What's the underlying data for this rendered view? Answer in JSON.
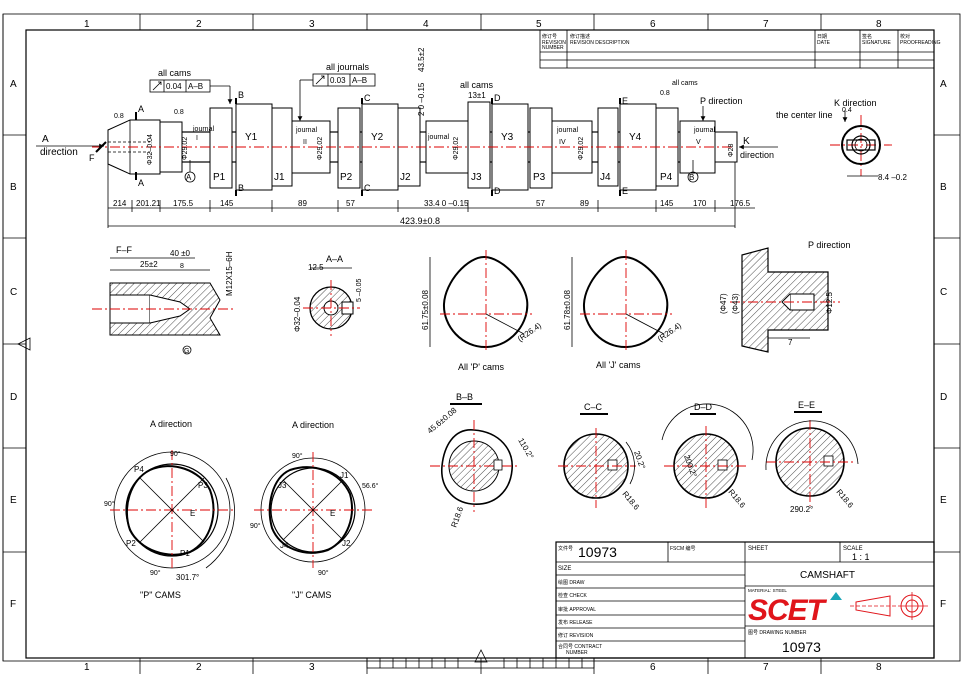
{
  "border": {
    "columns": [
      "1",
      "2",
      "3",
      "4",
      "5",
      "6",
      "7",
      "8"
    ],
    "rows": [
      "A",
      "B",
      "C",
      "D",
      "E",
      "F"
    ]
  },
  "revision_table": {
    "headers": [
      "修订号\nREVISION\nNUMBER",
      "修订描述\nREVISION DESCRIPTION",
      "日期\nDATE",
      "签名\nSIGNATURE",
      "校对\nPROOFREADING"
    ]
  },
  "main_view": {
    "labels": {
      "all_cams_top": "all cams",
      "tol_cams": "0.04",
      "ref_cams": "A–B",
      "all_journals": "all journals",
      "tol_journals": "0.03",
      "ref_journals": "A–B",
      "all_cams_2": "all cams",
      "all_cams_3": "all cams",
      "a_direction": "A",
      "a_direction2": "direction",
      "p_direction": "P direction",
      "k_direction": "K",
      "k_direction2": "direction",
      "f": "F",
      "journal": "journal",
      "journal_i": "I",
      "journal_ii": "II",
      "journal_iii": "III",
      "journal_iv": "IV",
      "journal_v": "V",
      "ra08": "0.8",
      "dim_13": "13±1",
      "dim_2": "2 0 –0.15",
      "dim_43": "43.5±2",
      "diam_32": "Φ32–0.04",
      "diam_29a": "Φ29.02",
      "diam_28": "Φ28",
      "p1": "P1",
      "p2": "P2",
      "p3": "P3",
      "p4": "P4",
      "j1": "J1",
      "j2": "J2",
      "j3": "J3",
      "j4": "J4",
      "y1": "Y1",
      "y2": "Y2",
      "y3": "Y3",
      "y4": "Y4",
      "sec_a": "A",
      "sec_b": "B",
      "sec_c": "C",
      "sec_d": "D",
      "sec_e": "E",
      "datum_a": "A",
      "datum_b": "B"
    },
    "dims_bottom": [
      "214",
      "201.21",
      "175.5",
      "145",
      "89",
      "57",
      "57",
      "89",
      "145",
      "170",
      "176.5"
    ],
    "dim_334": "33.4 0 –0.15",
    "dim_total": "423.9±0.8"
  },
  "k_view": {
    "title": "K direction",
    "center_line": "the center line",
    "dim_04": "0.4",
    "dim_84": "8.4 –0.2"
  },
  "ff_section": {
    "title": "F–F",
    "dim_40": "40 ±0",
    "dim_25": "25±2",
    "dim_8": "8",
    "thread": "M12X15–6H",
    "datum": "G"
  },
  "aa_section": {
    "title": "A–A",
    "dim_125": "12.5",
    "dim_32": "Φ32–0.04",
    "dim_5": "5 –0.05"
  },
  "p_cams": {
    "dim_h": "61.75±0.08",
    "radius": "(R26.4)",
    "caption": "All 'P' cams"
  },
  "j_cams": {
    "dim_h": "61.78±0.08",
    "radius": "(R26.4)",
    "caption": "All 'J' cams"
  },
  "p_direction_view": {
    "title": "P direction",
    "dim_47": "(Φ47)",
    "dim_43": "(Φ43)",
    "dim_125": "Φ12.5",
    "dim_7": "7"
  },
  "a_dir_p": {
    "title": "A direction",
    "angles": [
      "90°",
      "90°",
      "90°",
      "301.7°"
    ],
    "labels": [
      "P4",
      "P3",
      "P2",
      "P1",
      "E"
    ],
    "caption": "\"P\" CAMS"
  },
  "a_dir_j": {
    "title": "A direction",
    "angles": [
      "90°",
      "90°",
      "90°",
      "56.6°"
    ],
    "labels": [
      "J3",
      "J4",
      "J2",
      "J1",
      "E"
    ],
    "caption": "\"J\" CAMS"
  },
  "bb_section": {
    "title": "B–B",
    "dim_456": "45.6±0.08",
    "angle": "110.2°",
    "radius": "R18.6"
  },
  "cc_section": {
    "title": "C–C",
    "angle": "20.2°",
    "radius": "R18.6"
  },
  "dd_section": {
    "title": "D–D",
    "angle": "200.2°",
    "radius": "R18.6"
  },
  "ee_section": {
    "title": "E–E",
    "angle": "290.2°",
    "radius": "R18.6"
  },
  "title_block": {
    "file_label": "文件号",
    "file_no": "10973",
    "fscm_label": "FSCM 编号",
    "sheet_label": "SHEET",
    "scale_label": "SCALE",
    "scale": "1 : 1",
    "size_label": "SIZE",
    "title": "CAMSHAFT",
    "material_label": "MATERIAL: STEEL",
    "draw": "绘图 DRAW",
    "check": "检查 CHECK",
    "approval": "审批 APPROVAL",
    "release": "发布 RELEASE",
    "revision": "修订 REVISION",
    "contract1": "合同号 CONTRACT",
    "contract2": "NUMBER",
    "drawing_label": "图号 DRAWING NUMBER",
    "drawing_no": "10973",
    "logo": "SCET"
  },
  "colors": {
    "centerline": "#dd0000",
    "logo_red": "#e0151b",
    "logo_teal": "#1aa6b7"
  }
}
